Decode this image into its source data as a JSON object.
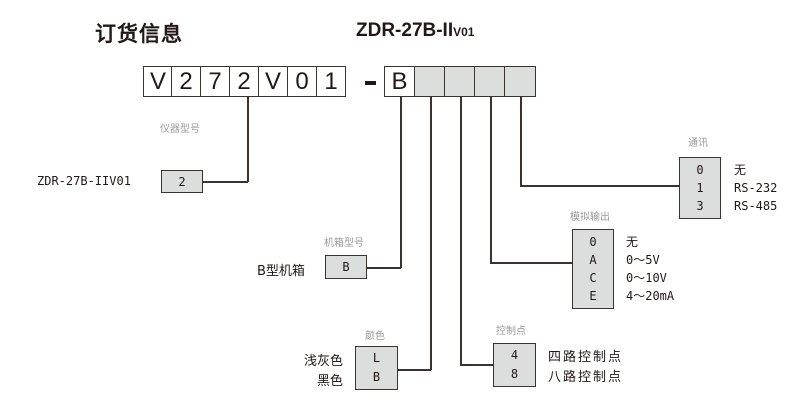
{
  "title": "订货信息",
  "model": {
    "main": "ZDR-27B-II",
    "suffix": "V01"
  },
  "code_fixed": [
    "V",
    "2",
    "7",
    "2",
    "V",
    "0",
    "1"
  ],
  "separator": "-",
  "code_options": [
    "B",
    "",
    "",
    "",
    ""
  ],
  "sections": {
    "instrument_model": {
      "caption": "仪器型号",
      "label": "ZDR-27B-IIV01",
      "codes": [
        "2"
      ]
    },
    "case_type": {
      "caption": "机箱型号",
      "label": "B型机箱",
      "codes": [
        "B"
      ]
    },
    "color": {
      "caption": "颜色",
      "labels": [
        "浅灰色",
        "黑色"
      ],
      "codes": [
        "L",
        "B"
      ]
    },
    "control_points": {
      "caption": "控制点",
      "codes": [
        "4",
        "8"
      ],
      "descriptions": [
        "四路控制点",
        "八路控制点"
      ]
    },
    "analog_output": {
      "caption": "模拟输出",
      "codes": [
        "0",
        "A",
        "C",
        "E"
      ],
      "descriptions": [
        "无",
        "0～5V",
        "0～10V",
        "4～20mA"
      ]
    },
    "communication": {
      "caption": "通讯",
      "codes": [
        "0",
        "1",
        "3"
      ],
      "descriptions": [
        "无",
        "RS-232",
        "RS-485"
      ]
    }
  },
  "colors": {
    "box_fill": "#dcdddd",
    "line": "#3a3330",
    "caption": "#9a9a9a"
  }
}
